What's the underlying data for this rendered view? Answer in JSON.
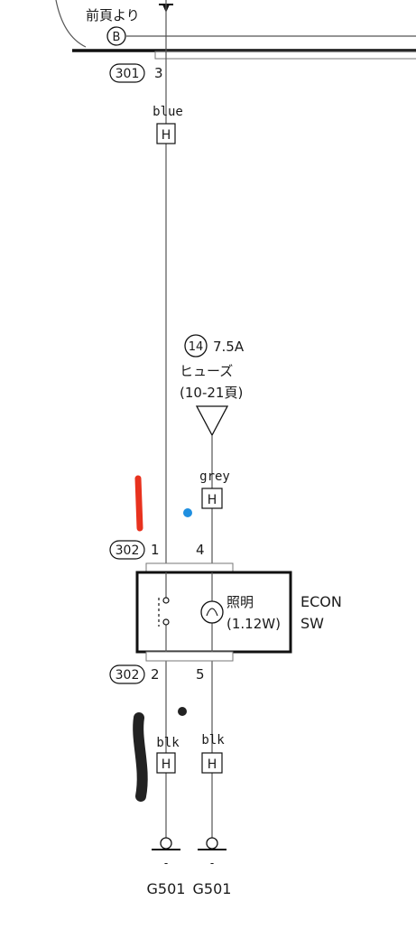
{
  "header": {
    "from_prev_page": "前頁より",
    "bus_label": "B"
  },
  "connectors": {
    "c301": {
      "id": "301",
      "pin": "3"
    },
    "c302_top": {
      "id": "302",
      "pin_left": "1",
      "pin_right": "4"
    },
    "c302_bottom": {
      "id": "302",
      "pin_left": "2",
      "pin_right": "5"
    }
  },
  "wires": {
    "top": {
      "color_label": "blue",
      "harness": "H"
    },
    "fuse_out": {
      "color_label": "grey",
      "harness": "H"
    },
    "bottom_left": {
      "color_label": "blk",
      "harness": "H"
    },
    "bottom_right": {
      "color_label": "blk",
      "harness": "H"
    }
  },
  "fuse": {
    "number": "14",
    "rating": "7.5A",
    "name": "ヒューズ",
    "ref": "(10-21頁)"
  },
  "switch": {
    "lamp_name": "照明",
    "lamp_watt": "(1.12W)",
    "name_line1": "ECON",
    "name_line2": "SW"
  },
  "grounds": {
    "left": {
      "dash": "-",
      "label": "G501"
    },
    "right": {
      "dash": "-",
      "label": "G501"
    }
  },
  "colors": {
    "ink": "#1a1a1a",
    "thin_line": "#555555",
    "red_mark": "#e8321e",
    "blue_dot": "#1f8fe0",
    "black_mark": "#222222"
  }
}
